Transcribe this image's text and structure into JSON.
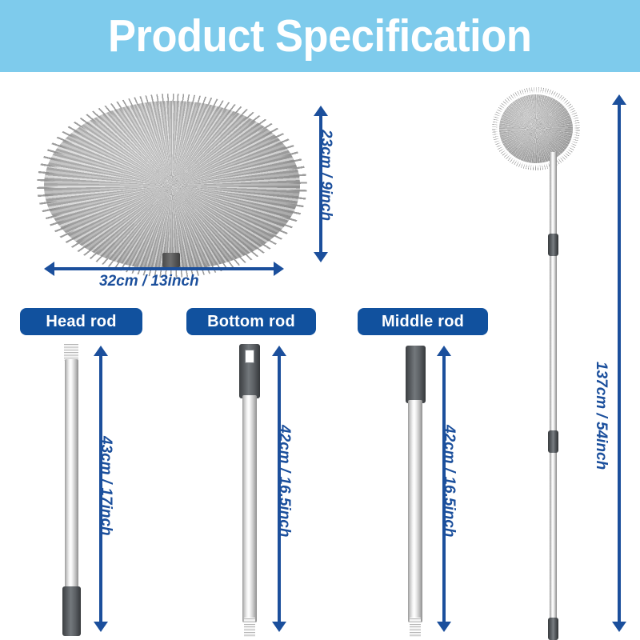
{
  "header": {
    "title": "Product Specification",
    "background_color": "#7ecbec",
    "text_color": "#ffffff"
  },
  "theme": {
    "arrow_color": "#1b4f9c",
    "label_box_color": "#11519e",
    "label_text_color": "#ffffff",
    "product_gray": "#a5a5a5",
    "grip_dark_gray": "#55595d"
  },
  "duster_head": {
    "label": "duster-head",
    "height_dimension": "23cm / 9inch",
    "width_dimension": "32cm / 13inch"
  },
  "rods": [
    {
      "label": "Head rod",
      "dimension": "43cm / 17inch",
      "top_end": "threaded-tip",
      "bottom_end": "dark-grip-ferrule"
    },
    {
      "label": "Bottom rod",
      "dimension": "42cm / 16.5inch",
      "top_end": "grip-cap-with-hang-hole",
      "bottom_end": "threaded-screw-tip"
    },
    {
      "label": "Middle rod",
      "dimension": "42cm / 16.5inch",
      "top_end": "dark-grip-sleeve",
      "bottom_end": "threaded-screw-tip"
    }
  ],
  "assembly": {
    "label": "assembled-duster",
    "dimension": "137cm / 54inch"
  }
}
